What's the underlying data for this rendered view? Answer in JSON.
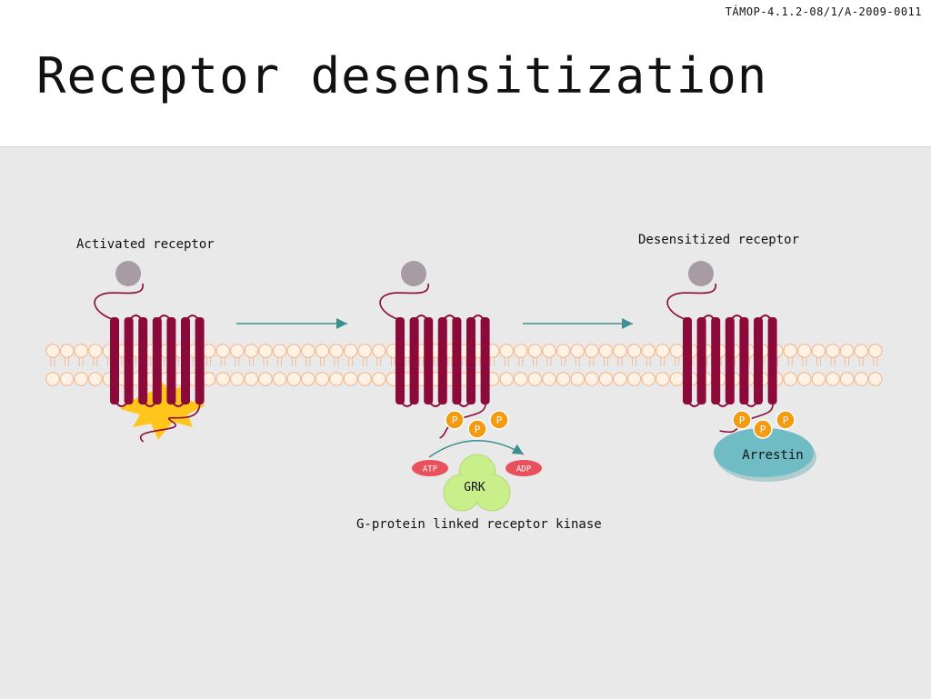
{
  "slide": {
    "code": "TÁMOP-4.1.2-08/1/A-2009-0011",
    "title": "Receptor desensitization"
  },
  "labels": {
    "activated": "Activated receptor",
    "desensitized": "Desensitized receptor",
    "kinase": "G-protein linked receptor kinase",
    "grk": "GRK",
    "atp": "ATP",
    "adp": "ADP",
    "arrestin": "Arrestin",
    "phosphate": "P"
  },
  "colors": {
    "panel": "#e8e9e8",
    "helix": "#8b0a3a",
    "ligand": "#a89ca4",
    "membrane_head": "#fff1e4",
    "membrane_stroke": "#f2b487",
    "arrow": "#3d8f90",
    "phosphate": "#f39c12",
    "atp_adp": "#e8505b",
    "grk": "#c9ef8a",
    "arrestin": "#6fbcc5",
    "activation_burst": "#ffc51a"
  }
}
